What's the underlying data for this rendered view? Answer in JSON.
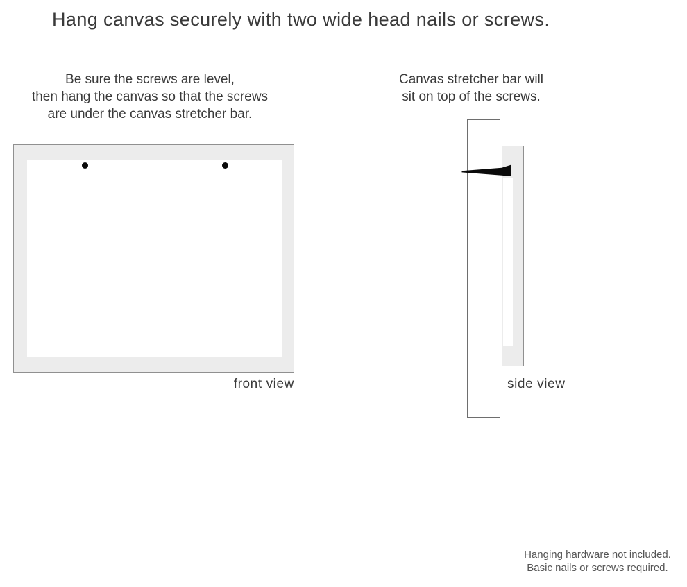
{
  "title": "Hang canvas securely with two wide head nails or screws.",
  "front_note": {
    "lines": [
      "Be sure the screws are level,",
      "then hang the canvas so that the screws",
      "are under the canvas stretcher bar."
    ]
  },
  "side_note": {
    "lines": [
      "Canvas stretcher bar will",
      "sit on top of the screws."
    ]
  },
  "front_view": {
    "label": "front view",
    "screw_count": 2
  },
  "side_view": {
    "label": "side view"
  },
  "footer": {
    "lines": [
      "Hanging hardware not included.",
      "Basic nails or screws required."
    ]
  },
  "colors": {
    "background": "#ffffff",
    "canvas_frame_fill": "#ececec",
    "canvas_frame_border": "#909090",
    "wall_border": "#6e6e6e",
    "nail_fill": "#0a0a0a",
    "heading_text": "#3a3a3a",
    "body_text": "#3a3a3a",
    "footer_text": "#555555"
  }
}
